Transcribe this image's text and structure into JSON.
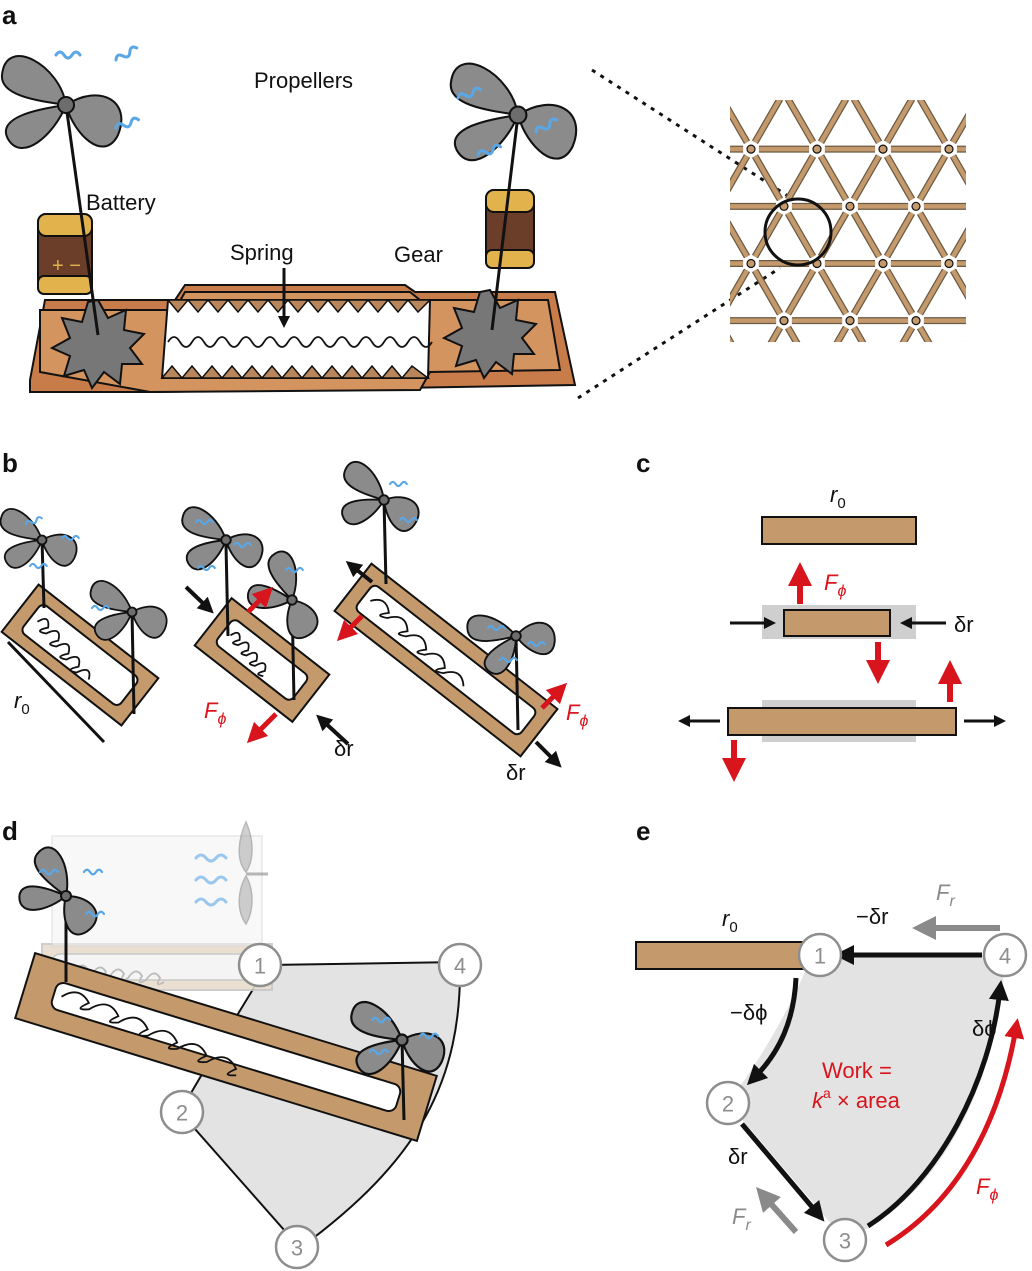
{
  "panels": {
    "a": {
      "letter": "a",
      "labels": {
        "propellers": "Propellers",
        "battery": "Battery",
        "spring": "Spring",
        "gear": "Gear",
        "battery_sign": "+ −"
      }
    },
    "b": {
      "letter": "b",
      "labels": {
        "r0": "r",
        "r0_sub": "0",
        "f_phi_left": "F",
        "f_phi_left_sub": "ϕ",
        "dr_mid": "δr",
        "f_phi_right": "F",
        "f_phi_right_sub": "ϕ",
        "dr_right": "δr"
      }
    },
    "c": {
      "letter": "c",
      "labels": {
        "r0": "r",
        "r0_sub": "0",
        "f_phi": "F",
        "f_phi_sub": "ϕ",
        "dr": "δr"
      }
    },
    "d": {
      "letter": "d",
      "nodes": [
        "1",
        "4",
        "2",
        "3"
      ]
    },
    "e": {
      "letter": "e",
      "nodes": [
        "1",
        "4",
        "2",
        "3"
      ],
      "labels": {
        "r0": "r",
        "r0_sub": "0",
        "fr_top": "F",
        "fr_top_sub": "r",
        "minus_dr": "−δr",
        "minus_dphi": "−δϕ",
        "dphi": "δϕ",
        "dr": "δr",
        "fr_bottom": "F",
        "fr_bottom_sub": "r",
        "f_phi": "F",
        "f_phi_sub": "ϕ",
        "work_line1": "Work =",
        "work_k": "k",
        "work_sup": "a",
        "work_rest": " × area"
      }
    }
  },
  "colors": {
    "rod": "#c49a6c",
    "red": "#d8141c",
    "water": "#5aa7e8",
    "propeller": "#8b8b8b",
    "cycle_fill": "#e3e3e3",
    "node_grey": "#8e8e8e"
  }
}
